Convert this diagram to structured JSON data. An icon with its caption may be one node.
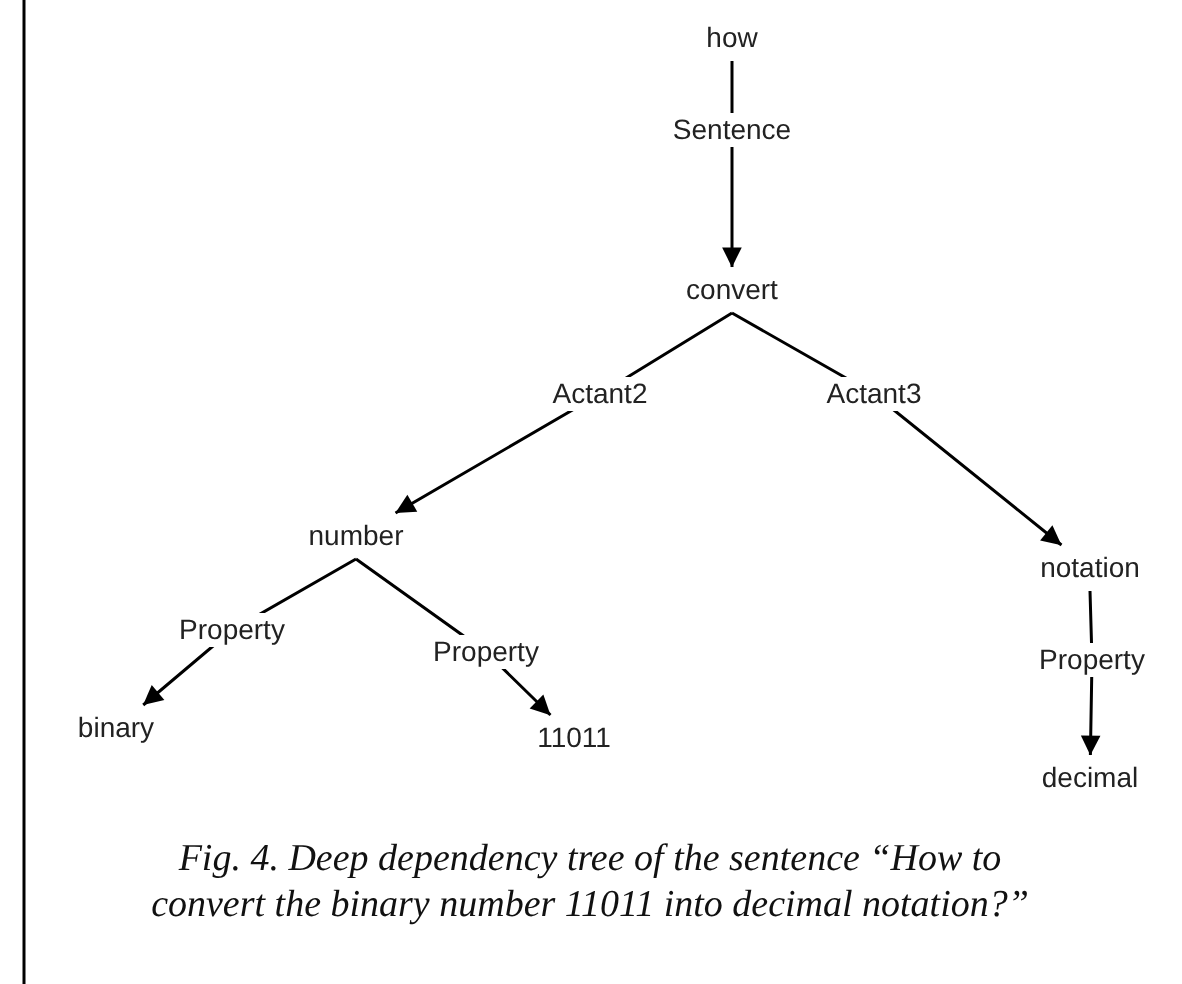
{
  "diagram": {
    "caption": "Fig. 4. Deep dependency tree of the sentence “How to convert the binary number 11011 into decimal notation?”",
    "nodes": [
      {
        "text": [
          "how"
        ]
      },
      {
        "text": [
          "convert"
        ]
      },
      {
        "text": [
          "number"
        ]
      },
      {
        "text": [
          "notation"
        ]
      },
      {
        "text": [
          "binary"
        ]
      },
      {
        "text": [
          "11011"
        ]
      },
      {
        "text": [
          "decimal"
        ]
      }
    ],
    "edges": [
      {
        "from": 0,
        "to": 1,
        "arrow": "to",
        "label": "Sentence"
      },
      {
        "from": 1,
        "to": 2,
        "arrow": "to",
        "label": "Actant2"
      },
      {
        "from": 1,
        "to": 3,
        "arrow": "to",
        "label": "Actant3"
      },
      {
        "from": 2,
        "to": 4,
        "arrow": "to",
        "label": "Property"
      },
      {
        "from": 2,
        "to": 5,
        "arrow": "to",
        "label": "Property"
      },
      {
        "from": 3,
        "to": 6,
        "arrow": "to",
        "label": "Property"
      }
    ]
  }
}
